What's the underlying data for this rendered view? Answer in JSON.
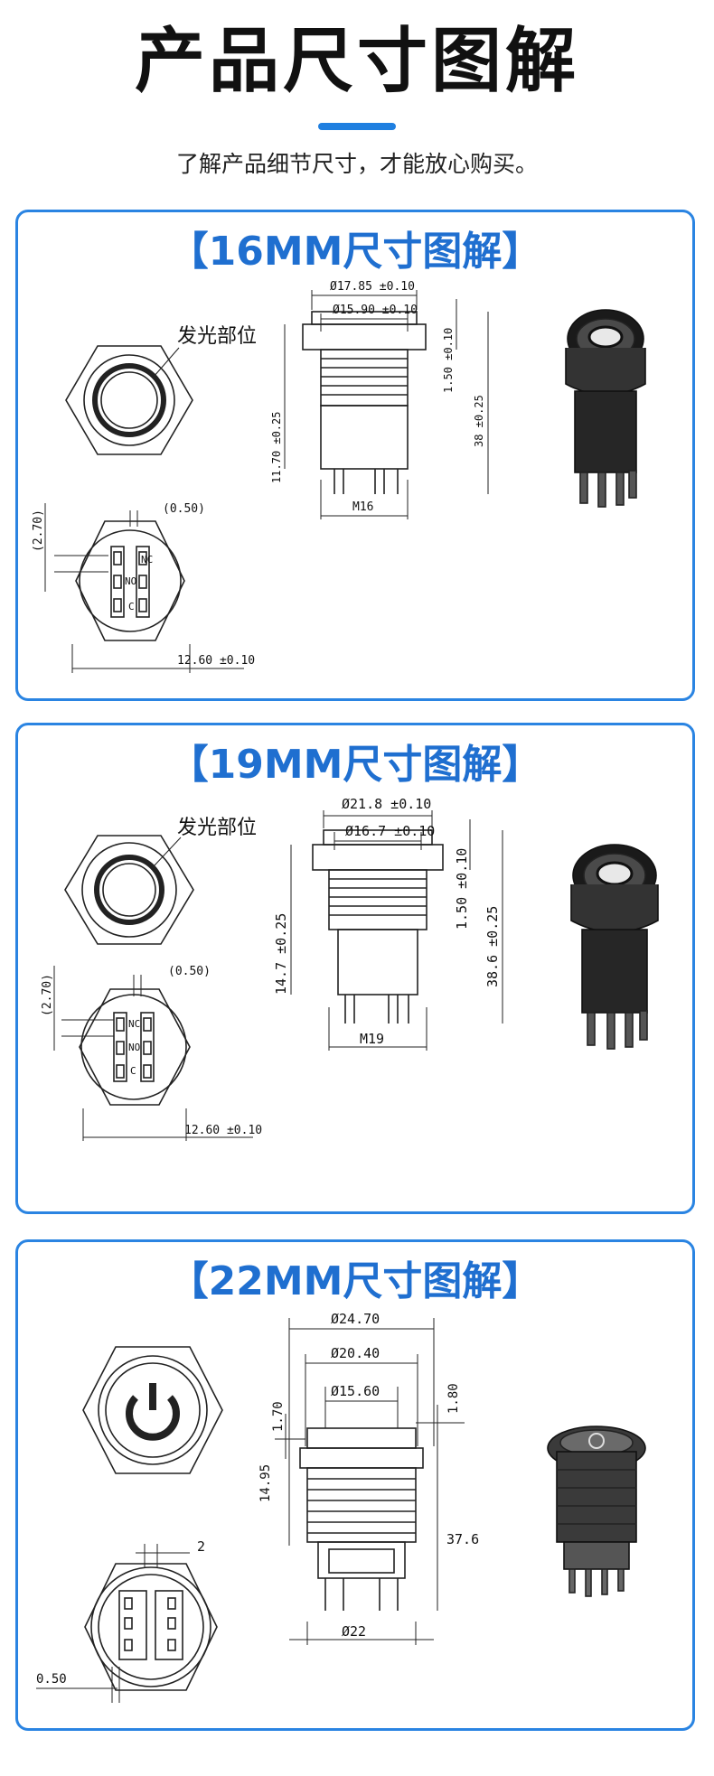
{
  "header": {
    "title": "产品尺寸图解",
    "subtitle": "了解产品细节尺寸，才能放心购买。"
  },
  "colors": {
    "accent": "#1f7fe0",
    "card_border": "#2a84e2",
    "card_title": "#1f6fd0"
  },
  "sections": [
    {
      "title": "【16MM尺寸图解】",
      "led_label": "发光部位",
      "dims": {
        "outer_dia": "Ø17.85 ±0.10",
        "inner_dia": "Ø15.90 ±0.10",
        "top_h": "1.50 ±0.10",
        "total_h": "38 ±0.25",
        "body_h": "11.70 ±0.25",
        "thread": "M16",
        "pin_gap": "(0.50)",
        "pin_w": "(2.70)",
        "width": "12.60 ±0.10"
      },
      "pins": [
        "NC",
        "NO",
        "C"
      ]
    },
    {
      "title": "【19MM尺寸图解】",
      "led_label": "发光部位",
      "dims": {
        "outer_dia": "Ø21.8 ±0.10",
        "inner_dia": "Ø16.7 ±0.10",
        "top_h": "1.50 ±0.10",
        "total_h": "38.6 ±0.25",
        "body_h": "14.7 ±0.25",
        "thread": "M19",
        "pin_gap": "(0.50)",
        "pin_w": "(2.70)",
        "width": "12.60 ±0.10"
      },
      "pins": [
        "NC",
        "NO",
        "C"
      ]
    },
    {
      "title": "【22MM尺寸图解】",
      "dims": {
        "outer_dia": "Ø24.70",
        "mid_dia": "Ø20.40",
        "inner_dia": "Ø15.60",
        "left_h": "1.70",
        "right_h": "1.80",
        "body_h": "14.95",
        "total_h": "37.6",
        "bottom_dia": "Ø22",
        "pin_gap": "2",
        "offset": "0.50"
      }
    }
  ]
}
